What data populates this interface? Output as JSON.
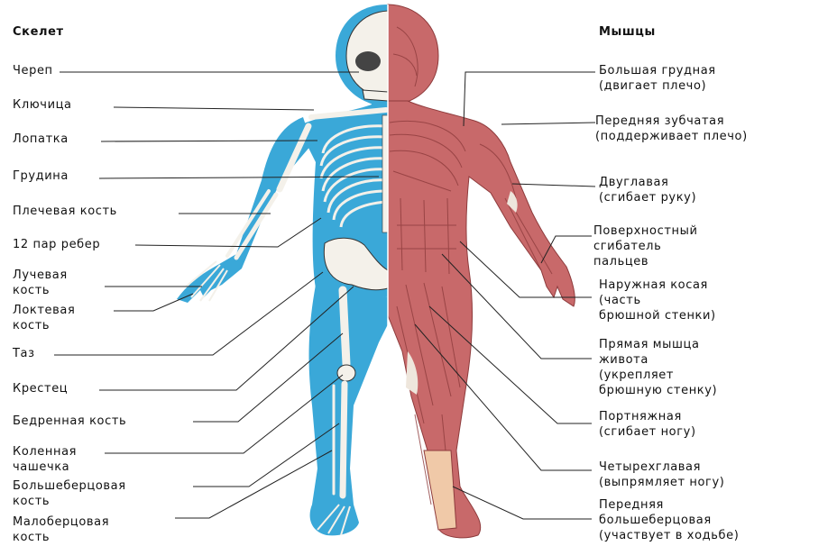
{
  "skeleton": {
    "header": "Скелет",
    "labels": [
      "Череп",
      "Ключица",
      "Лопатка",
      "Грудина",
      "Плечевая кость",
      "12 пар ребер",
      "Лучевая\nкость",
      "Локтевая\nкость",
      "Таз",
      "Крестец",
      "Бедренная кость",
      "Коленная\nчашечка",
      "Большеберцовая\nкость",
      "Малоберцовая\nкость"
    ]
  },
  "muscles": {
    "header": "Мышцы",
    "labels": [
      "Большая грудная\n(двигает плечо)",
      "Передняя зубчатая\n(поддерживает плечо)",
      "Двуглавая\n(сгибает руку)",
      "Поверхностный\nсгибатель\nпальцев",
      "Наружная косая\n(часть\nбрюшной стенки)",
      "Прямая мышца\nживота\n(укрепляет\nбрюшную стенку)",
      "Портняжная\n(сгибает ногу)",
      "Четырехглавая\n(выпрямляет ногу)",
      "Передняя\nбольшеберцовая\n(участвует в ходьбе)"
    ]
  },
  "colors": {
    "bone_blue": "#3aa8d8",
    "muscle": "#c8696a",
    "muscle_dark": "#8e3b3c",
    "bone": "#f4f1ea"
  }
}
